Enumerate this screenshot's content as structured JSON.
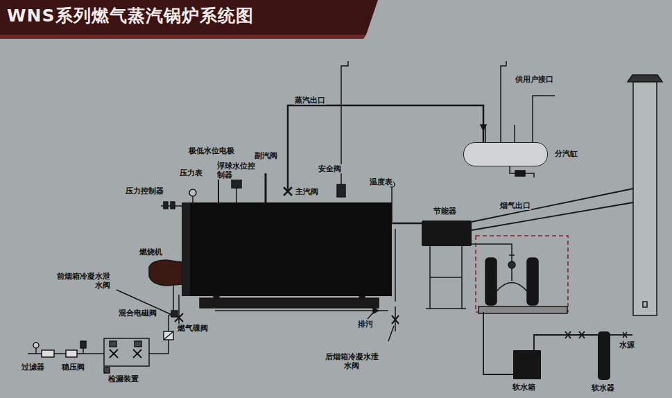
{
  "diagram": {
    "title": "WNS系列燃气蒸汽锅炉系统图",
    "nodes": [
      {
        "text": [
          "分汽缸"
        ]
      },
      {
        "text": [
          "节能器"
        ]
      },
      {
        "text": [
          "软水箱"
        ]
      },
      {
        "text": [
          "软水器"
        ]
      }
    ],
    "edges": [
      {
        "from": 3,
        "to": 2,
        "arrow": "none"
      }
    ],
    "labels": [
      "蒸汽出口",
      "供用户接口",
      "极低水位电极",
      "压力表",
      "浮球水位控制器",
      "副汽阀",
      "安全阀",
      "主汽阀",
      "温度表",
      "压力控制器",
      "燃烧机",
      "烟气出口",
      "前烟箱冷凝水泄水阀",
      "混合电磁阀",
      "燃气碟阀",
      "排污",
      "后烟箱冷凝水泄水阀",
      "过滤器",
      "稳压阀",
      "检漏装置",
      "水源"
    ]
  }
}
